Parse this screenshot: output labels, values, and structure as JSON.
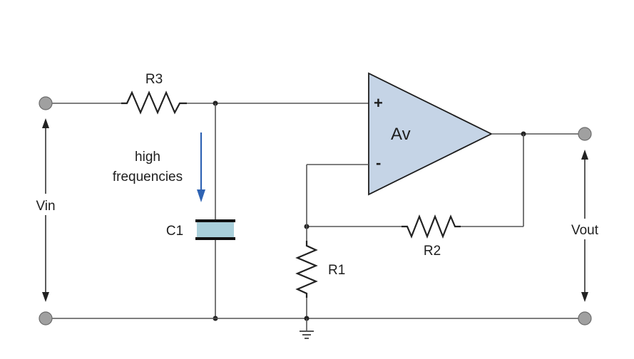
{
  "components": {
    "r3": "R3",
    "r2": "R2",
    "r1": "R1",
    "c1": "C1",
    "amp": "Av"
  },
  "pins": {
    "plus": "+",
    "minus": "-"
  },
  "annotation": {
    "line1": "high",
    "line2": "frequencies"
  },
  "voltages": {
    "input": "Vin",
    "output": "Vout"
  },
  "colors": {
    "amplifier_fill": "#c5d4e6",
    "capacitor_fill": "#a9cfda",
    "annotation_arrow": "#2f63b3",
    "amp_label": "#2f63b3"
  }
}
